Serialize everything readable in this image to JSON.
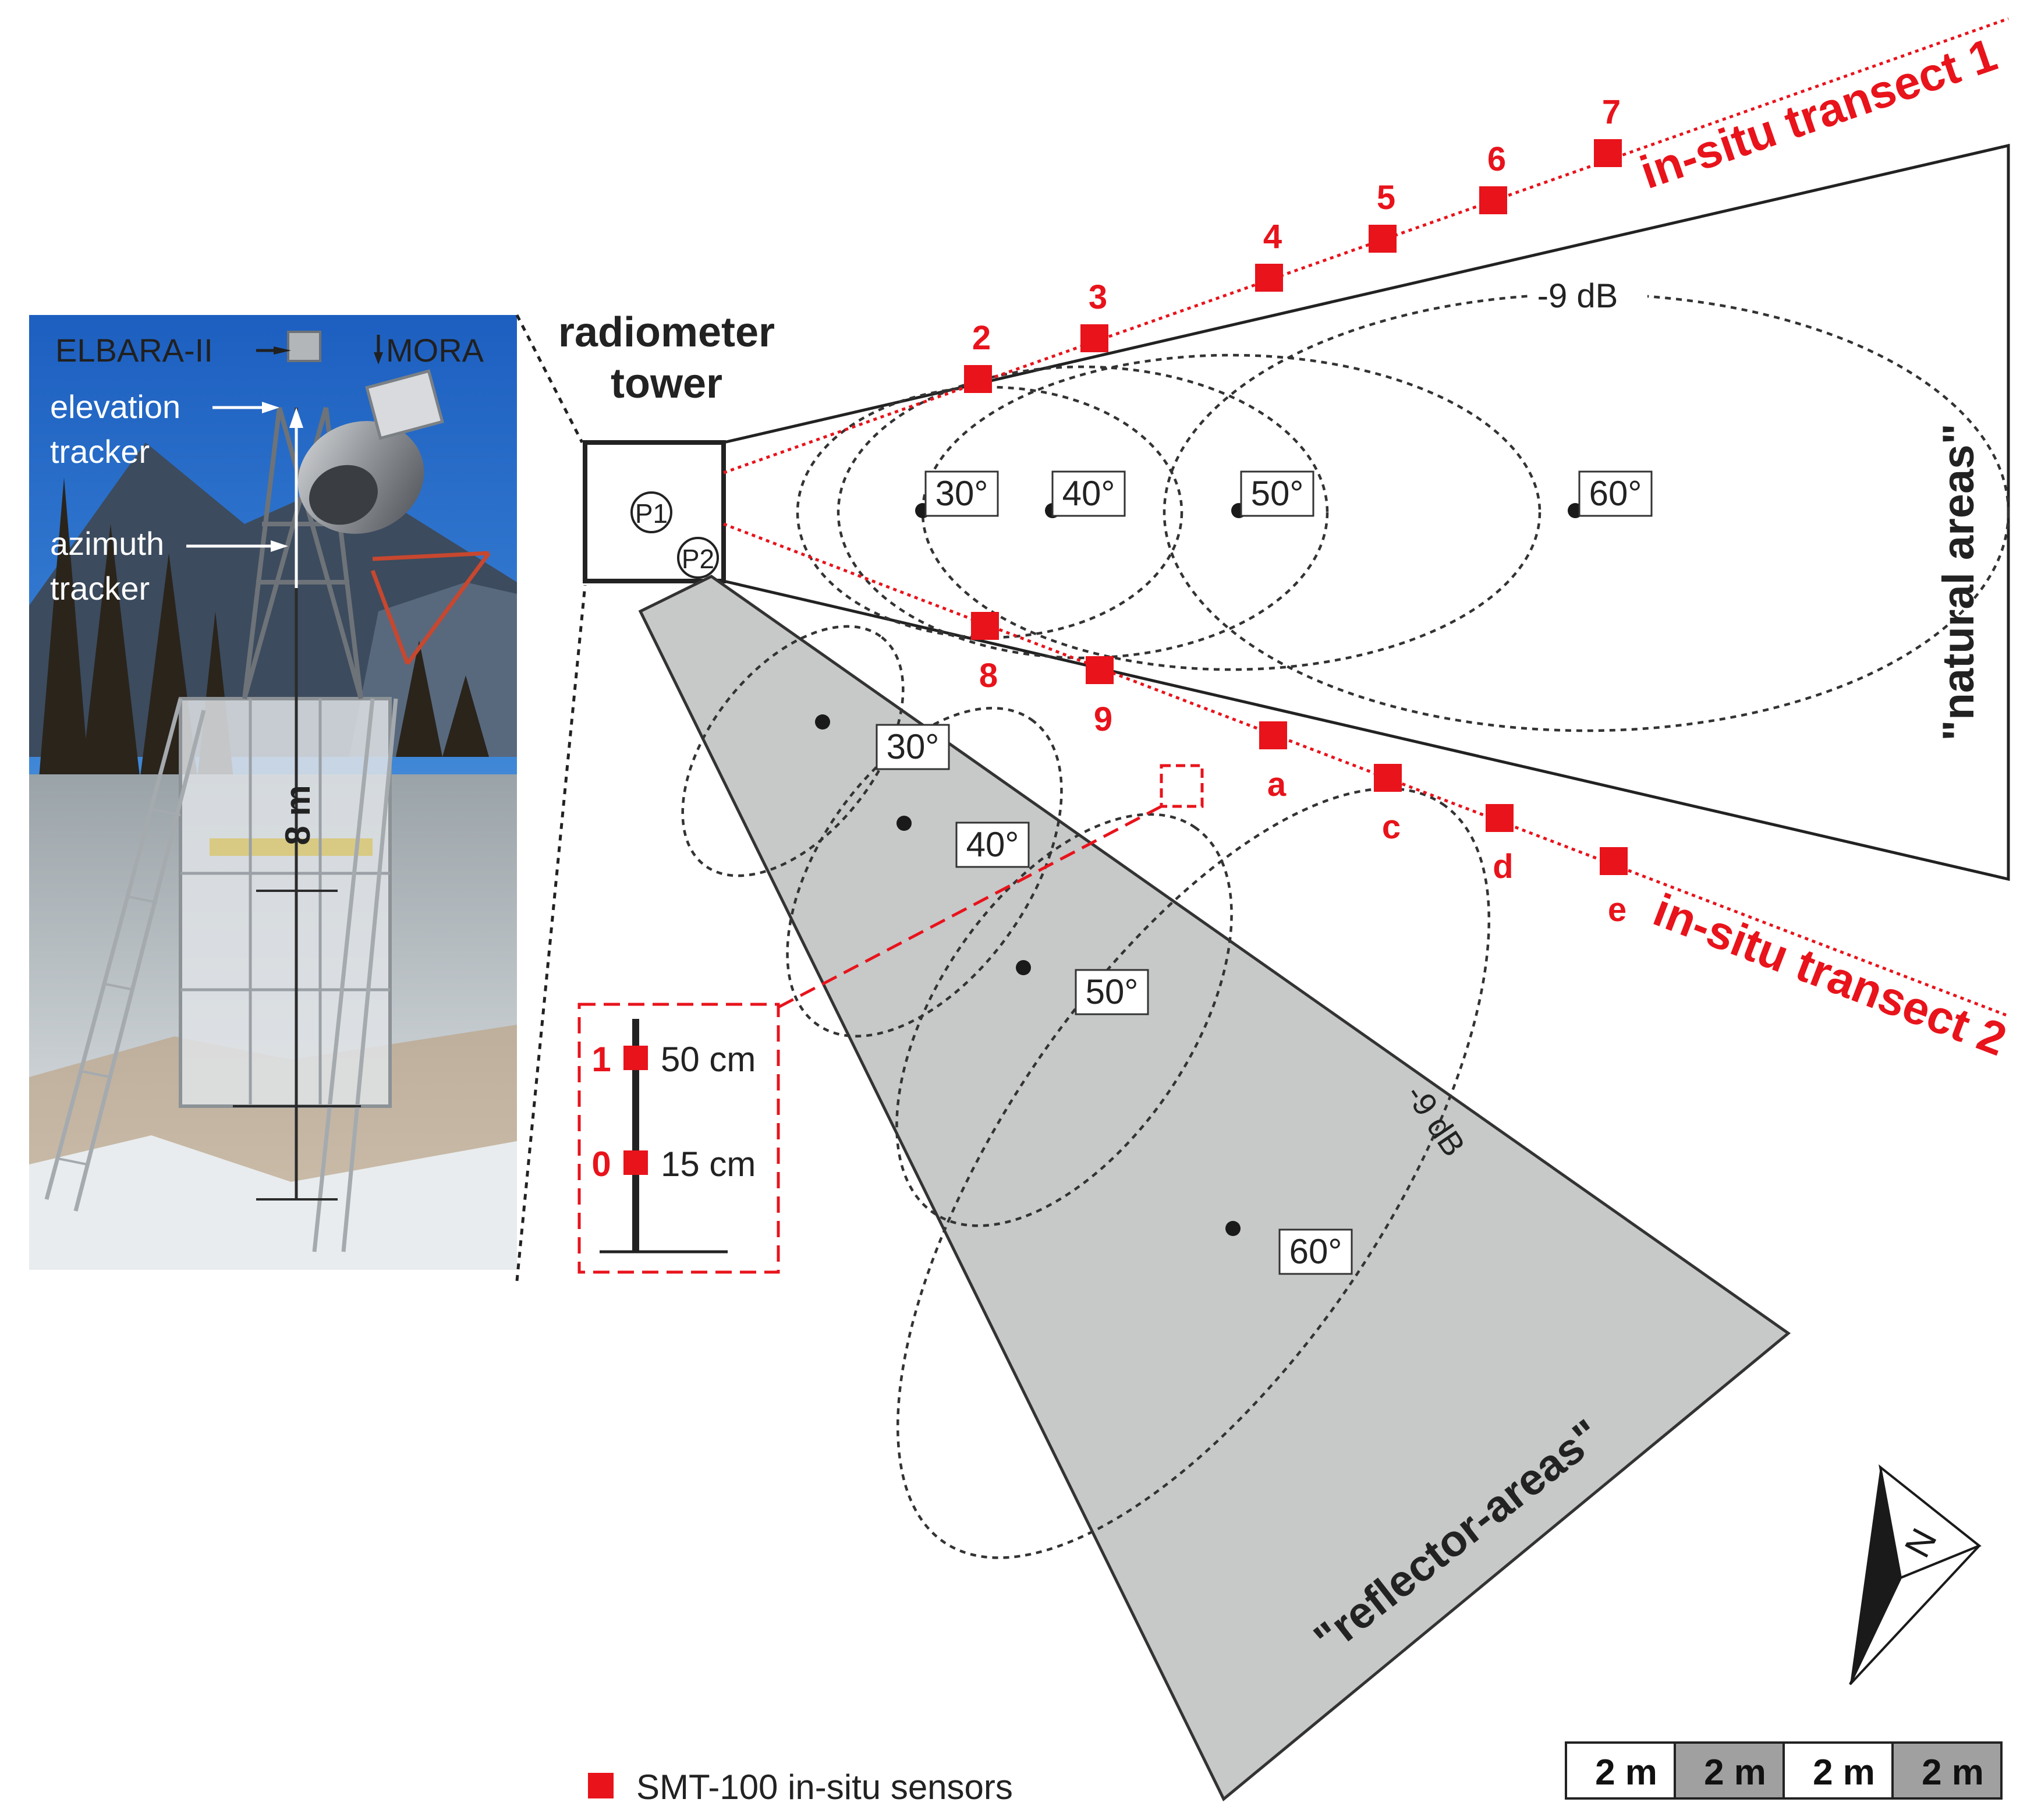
{
  "photo": {
    "elbara_label": "ELBARA-II",
    "mora_label": "MORA",
    "elevation_label_1": "elevation",
    "elevation_label_2": "tracker",
    "azimuth_label_1": "azimuth",
    "azimuth_label_2": "tracker",
    "height_label": "8 m"
  },
  "tower": {
    "title_1": "radiometer",
    "title_2": "tower",
    "p1": "P1",
    "p2": "P2"
  },
  "natural": {
    "label": "\"natural areas\"",
    "db_label": "-9 dB",
    "angles": [
      "30°",
      "40°",
      "50°",
      "60°"
    ]
  },
  "reflector": {
    "label": "\"reflector-areas\"",
    "db_label": "-9 dB",
    "angles": [
      "30°",
      "40°",
      "50°",
      "60°"
    ]
  },
  "transect1": {
    "label": "in-situ transect 1",
    "sensors": [
      "2",
      "3",
      "4",
      "5",
      "6",
      "7"
    ]
  },
  "transect2": {
    "label": "in-situ transect 2",
    "sensors": [
      "8",
      "9",
      "a",
      "c",
      "d",
      "e"
    ]
  },
  "depth": {
    "sensor_1_id": "1",
    "sensor_1_depth": "50 cm",
    "sensor_0_id": "0",
    "sensor_0_depth": "15 cm"
  },
  "legend": {
    "label": "SMT-100 in-situ sensors"
  },
  "compass": {
    "north": "N"
  },
  "scale_bar": {
    "segments": [
      "2 m",
      "2 m",
      "2 m",
      "2 m"
    ]
  },
  "colors": {
    "sensor": "#e8131b",
    "transect_line": "#e8131b",
    "reflector_fill": "#c7c8c8",
    "scale_dark": "#a0a0a0",
    "sky": "#2c6fc4"
  }
}
